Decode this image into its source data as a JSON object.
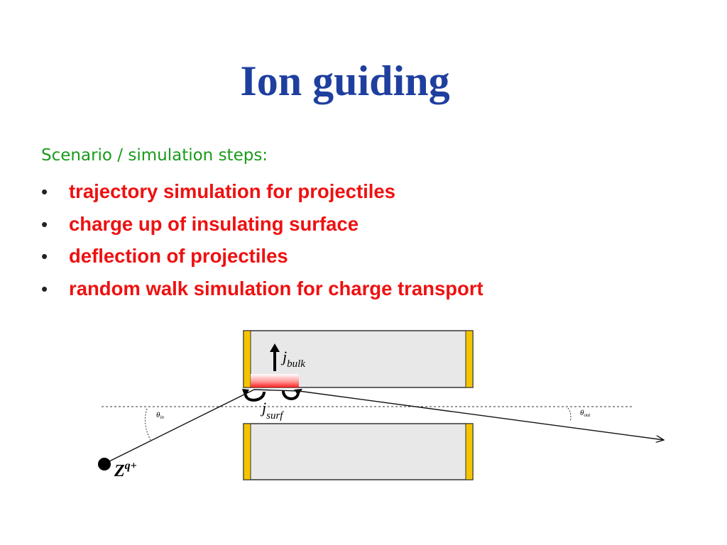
{
  "title": "Ion guiding",
  "subtitle": "Scenario / simulation steps:",
  "bullets": [
    "trajectory simulation for projectiles",
    "charge up of insulating surface",
    "deflection of projectiles",
    "random walk simulation for charge transport"
  ],
  "diagram": {
    "j_bulk_main": "j",
    "j_bulk_sub": "bulk",
    "j_surf_main": "j",
    "j_surf_sub": "surf",
    "theta_in_main": "θ",
    "theta_in_sub": "in",
    "theta_out_main": "θ",
    "theta_out_sub": "out",
    "ion_main": "Z",
    "ion_sup": "q+"
  },
  "colors": {
    "title": "#1f3f9f",
    "subtitle": "#1a9a1a",
    "bullets": "#ee1111",
    "plate_fill": "#e8e8e8",
    "electrode": "#f5c400"
  }
}
